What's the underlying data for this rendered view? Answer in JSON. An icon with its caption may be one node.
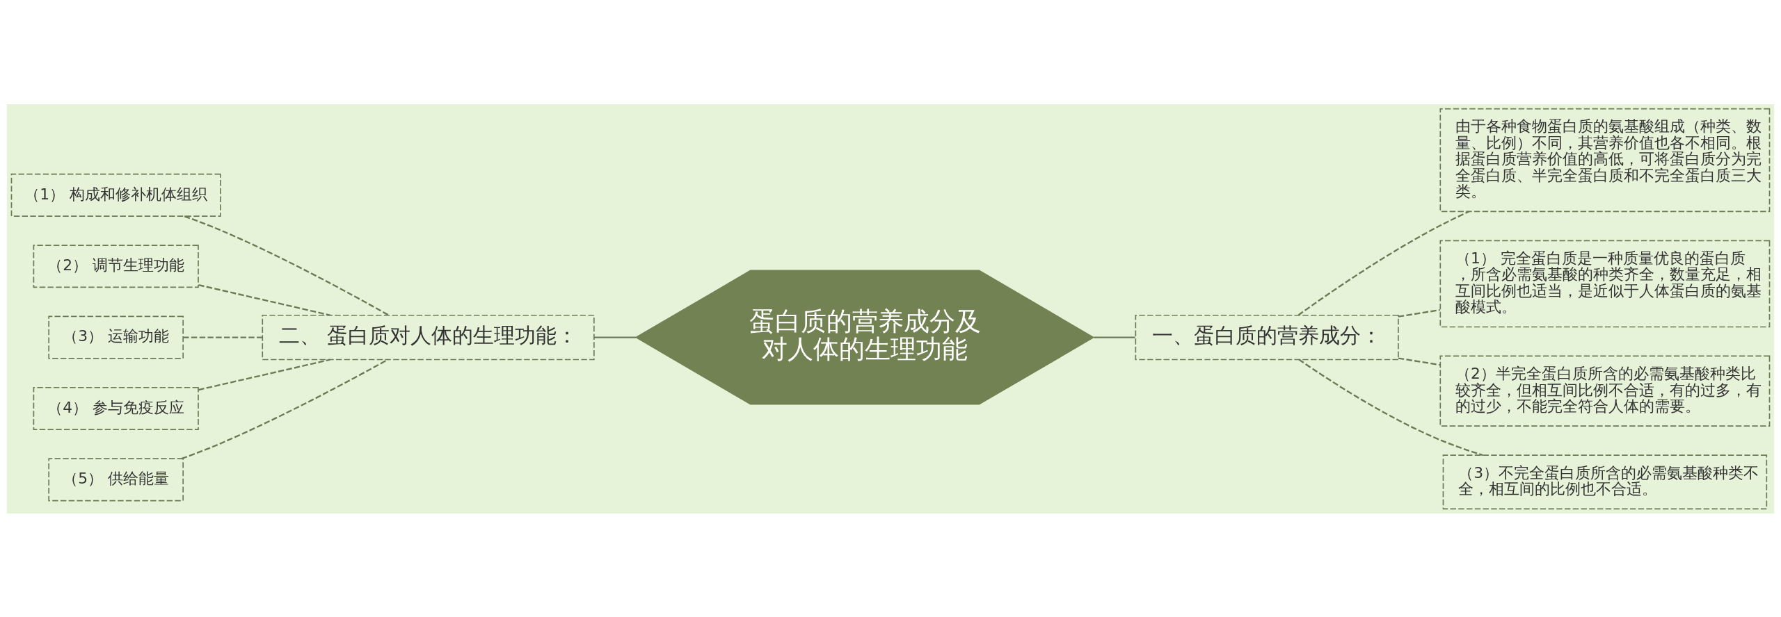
{
  "diagram": {
    "nodes": [
      {
        "text": [
          "蛋白质的营养成分及对人体的生理功能"
        ]
      },
      {
        "text": [
          "一、蛋白质的营养成分："
        ]
      },
      {
        "text": [
          "由于各种食物蛋白质的氨基酸组成（种类、数量、比例）不同，其营养价值也各不相同。根据蛋白质营养价值的高低，可将蛋白质分为完全蛋白质、半完全蛋白质和不完全蛋白质三大类。"
        ]
      },
      {
        "text": [
          "（1） 完全蛋白质是一种质量优良的蛋白质，所含必需氨基酸的种类齐全，数量充足，相互间比例也适当，是近似于人体蛋白质的氨基酸模式。"
        ]
      },
      {
        "text": [
          "（2）半完全蛋白质所含的必需氨基酸种类比较齐全，但相互间比例不合适，有的过多，有的过少，不能完全符合人体的需要。"
        ]
      },
      {
        "text": [
          "（3）不完全蛋白质所含的必需氨基酸种类不全，相互间的比例也不合适。"
        ]
      },
      {
        "text": [
          "二、 蛋白质对人体的生理功能："
        ]
      },
      {
        "text": [
          "（1） 构成和修补机体组织"
        ]
      },
      {
        "text": [
          "（2） 调节生理功能"
        ]
      },
      {
        "text": [
          "（3） 运输功能"
        ]
      },
      {
        "text": [
          "（4） 参与免疫反应"
        ]
      },
      {
        "text": [
          "（5） 供给能量"
        ]
      }
    ],
    "edges": [
      {
        "from": 0,
        "to": 1,
        "arrow": "none"
      },
      {
        "from": 1,
        "to": 2,
        "arrow": "none",
        "style": "dashed"
      },
      {
        "from": 1,
        "to": 3,
        "arrow": "none",
        "style": "dashed"
      },
      {
        "from": 1,
        "to": 4,
        "arrow": "none",
        "style": "dashed"
      },
      {
        "from": 1,
        "to": 5,
        "arrow": "none",
        "style": "dashed"
      },
      {
        "from": 0,
        "to": 6,
        "arrow": "none"
      },
      {
        "from": 6,
        "to": 7,
        "arrow": "none",
        "style": "dashed"
      },
      {
        "from": 6,
        "to": 8,
        "arrow": "none",
        "style": "dashed"
      },
      {
        "from": 6,
        "to": 9,
        "arrow": "none",
        "style": "dashed"
      },
      {
        "from": 6,
        "to": 10,
        "arrow": "none",
        "style": "dashed"
      },
      {
        "from": 6,
        "to": 11,
        "arrow": "none",
        "style": "dashed"
      }
    ]
  }
}
